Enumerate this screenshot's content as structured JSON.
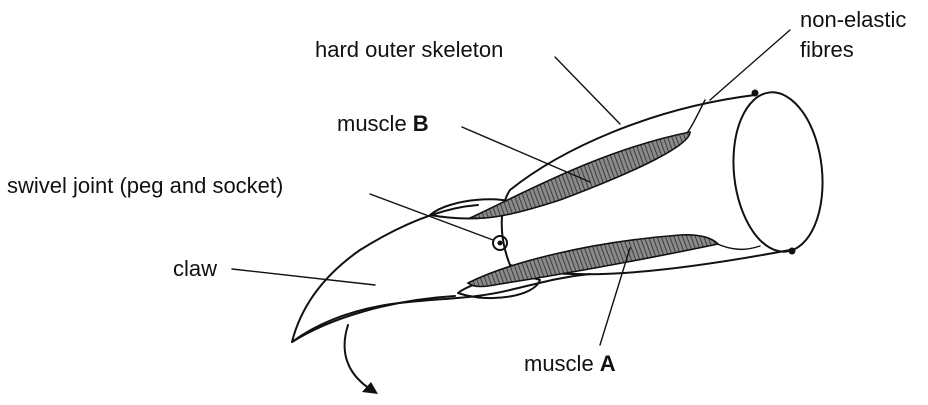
{
  "labels": {
    "hard_outer_skeleton": "hard outer skeleton",
    "non_elastic_line1": "non-elastic",
    "non_elastic_line2": "fibres",
    "muscle_b_prefix": "muscle ",
    "muscle_b_letter": "B",
    "swivel_joint": "swivel joint (peg and socket)",
    "claw": "claw",
    "muscle_a_prefix": "muscle ",
    "muscle_a_letter": "A"
  },
  "colors": {
    "line": "#111111",
    "muscle_fill": "#555555",
    "background": "#ffffff"
  }
}
